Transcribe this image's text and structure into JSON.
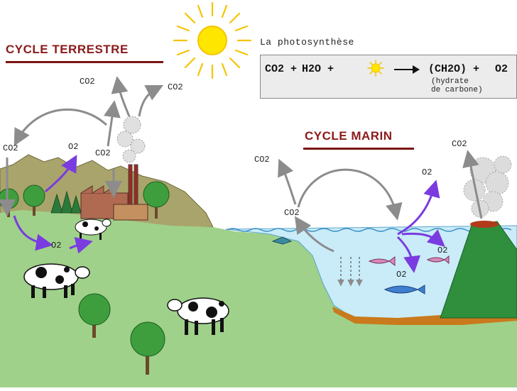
{
  "terrestre": {
    "title": "CYCLE TERRESTRE"
  },
  "marin": {
    "title": "CYCLE MARIN"
  },
  "photosynthese": {
    "label": "La photosynthèse",
    "co2": "CO2 +",
    "h2o": "H2O +",
    "ch2o": "(CH2O) +",
    "o2": "O2",
    "hydrate_line1": "(hydrate",
    "hydrate_line2": "de carbone)"
  },
  "gas_labels": {
    "co2_top": "CO2",
    "co2_top_right": "CO2",
    "co2_left": "CO2",
    "o2_left_mountain": "O2",
    "co2_factory": "CO2",
    "o2_ground": "O2",
    "co2_sea_upper": "CO2",
    "co2_sea_surface": "CO2",
    "o2_sea_upper": "O2",
    "o2_sea_right": "O2",
    "o2_sea_lower": "O2",
    "co2_volcano": "CO2"
  },
  "colors": {
    "title": "#8b1a1a",
    "sun": "#ffe600",
    "sun_rays": "#f5c400",
    "grass": "#9fd18a",
    "mountain": "#a9a46c",
    "sea": "#c9ecf8",
    "volcano": "#2f8f3c",
    "o2_arrow": "#7a3ce0",
    "co2_arrow": "#8c8c8c"
  },
  "icons": [
    "sun-icon",
    "factory-icon",
    "cow-icon",
    "tree-icon",
    "fish-icon",
    "volcano-icon",
    "smoke-icon",
    "arrow-icon"
  ]
}
